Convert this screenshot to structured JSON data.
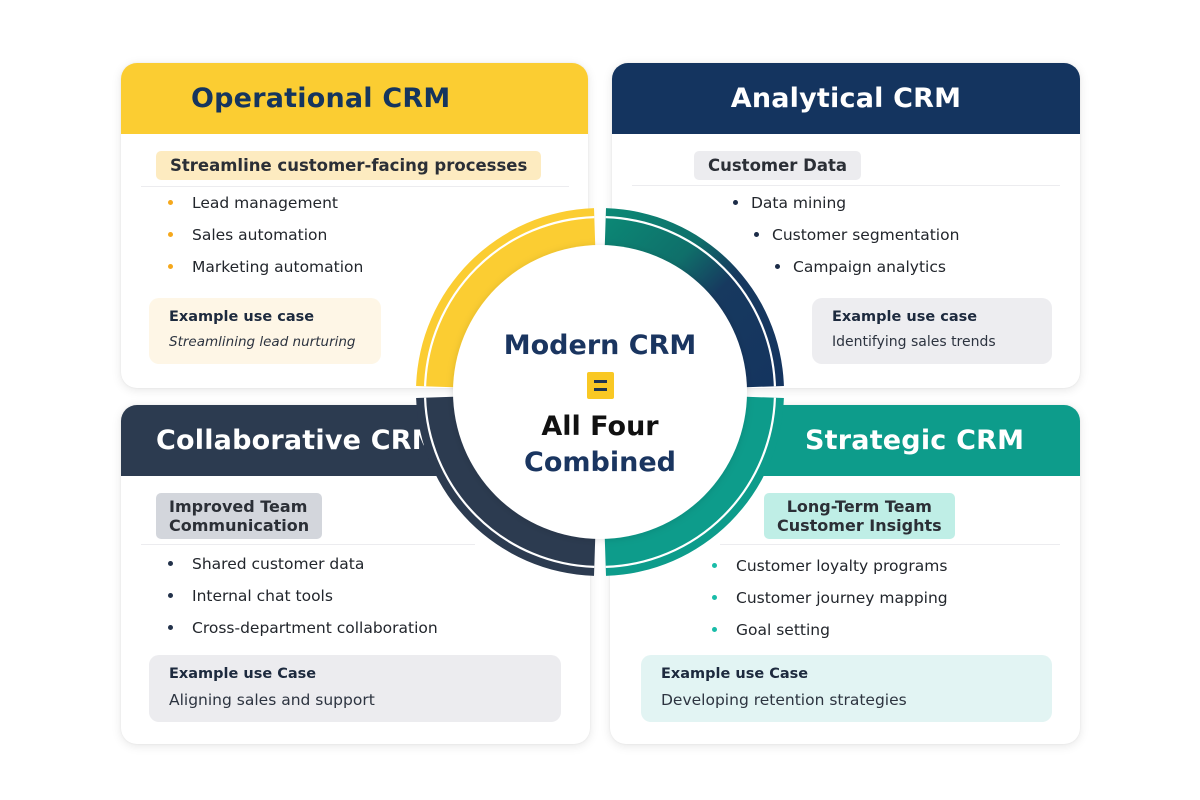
{
  "colors": {
    "operational": "#fbcd32",
    "analytical": "#14345f",
    "collaborative": "#2c3b50",
    "strategic": "#0d9c8b",
    "navy_text": "#1a3560"
  },
  "center": {
    "line1": "Modern CRM",
    "equals_icon": "equals-icon",
    "line2": "All Four",
    "line3": "Combined"
  },
  "quadrants": [
    {
      "id": "operational",
      "title": "Operational CRM",
      "tag": "Streamline customer-facing processes",
      "bullets": [
        "Lead management",
        "Sales automation",
        "Marketing automation"
      ],
      "example_title": "Example use case",
      "example_text": "Streamlining lead nurturing"
    },
    {
      "id": "analytical",
      "title": "Analytical CRM",
      "tag": "Customer Data",
      "bullets": [
        "Data mining",
        "Customer segmentation",
        "Campaign analytics"
      ],
      "example_title": "Example use case",
      "example_text": "Identifying sales trends"
    },
    {
      "id": "collaborative",
      "title": "Collaborative CRM",
      "tag_line1": "Improved Team",
      "tag_line2": "Communication",
      "bullets": [
        "Shared customer data",
        "Internal chat tools",
        "Cross-department collaboration"
      ],
      "example_title": "Example use Case",
      "example_text": "Aligning sales and support"
    },
    {
      "id": "strategic",
      "title": "Strategic CRM",
      "tag_line1": "Long-Term Team",
      "tag_line2": "Customer Insights",
      "bullets": [
        "Customer loyalty programs",
        "Customer journey mapping",
        "Goal setting"
      ],
      "example_title": "Example use Case",
      "example_text": "Developing retention strategies"
    }
  ]
}
